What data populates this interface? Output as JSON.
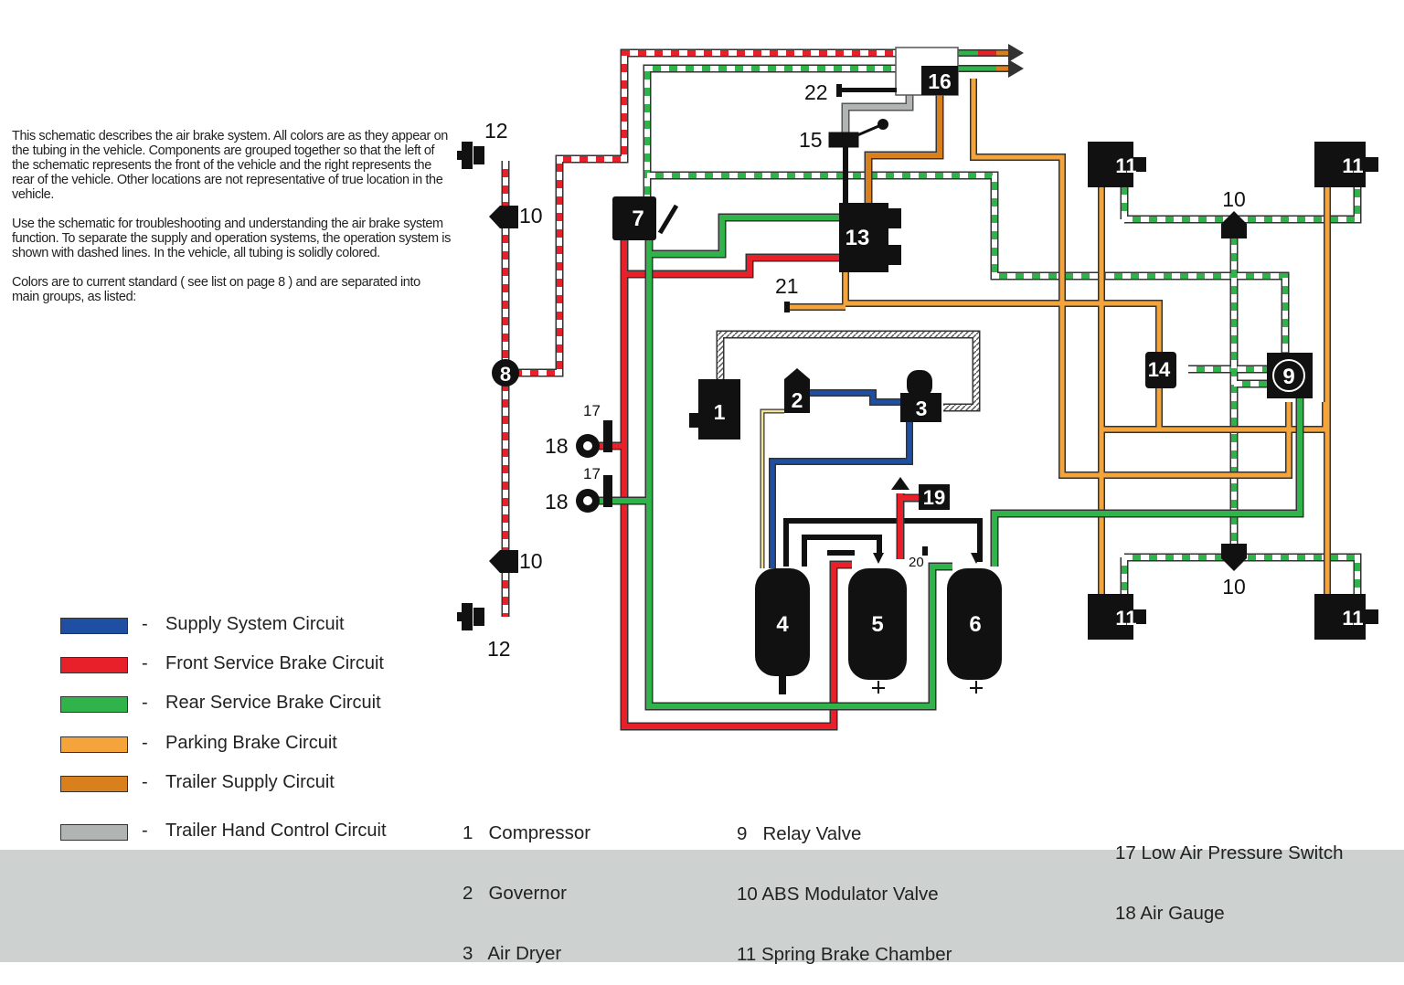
{
  "intro": {
    "p1": "This schematic describes the air brake system. All colors are as they appear on the tubing in the vehicle. Components are grouped together so that the left of the schematic represents the front of the vehicle and the right represents the rear of the vehicle. Other locations are not representative of true location in the vehicle.",
    "p2": "Use the schematic for troubleshooting and understanding the air brake system function. To separate the supply and operation systems, the operation system is shown with dashed lines. In the vehicle, all tubing is solidly colored.",
    "p3": "Colors are to current standard ( see list on page 8 ) and are separated into main groups, as listed:"
  },
  "colors": {
    "supply": "#1f4fa3",
    "front_service": "#e8202a",
    "rear_service": "#2fb34a",
    "parking": "#f5a43c",
    "trailer_supply": "#d9801e",
    "trailer_hand": "#b0b5b3",
    "black": "#111111"
  },
  "legend": [
    {
      "label": "Supply System Circuit",
      "color": "#1f4fa3"
    },
    {
      "label": "Front Service Brake Circuit",
      "color": "#e8202a"
    },
    {
      "label": "Rear Service Brake Circuit",
      "color": "#2fb34a"
    },
    {
      "label": "Parking Brake Circuit",
      "color": "#f5a43c"
    },
    {
      "label": "Trailer Supply Circuit",
      "color": "#d9801e"
    },
    {
      "label": "Trailer Hand Control Circuit",
      "color": "#b0b5b3"
    }
  ],
  "legend_separator": "-",
  "parts": {
    "col1": [
      "1   Compressor",
      "2   Governor",
      "3   Air Dryer"
    ],
    "col2": [
      "9   Relay Valve",
      "10 ABS Modulator Valve",
      "11 Spring Brake Chamber"
    ],
    "col3": [
      "17 Low Air Pressure Switch",
      "18 Air Gauge"
    ]
  },
  "diagram_labels": {
    "c1": "1",
    "c2": "2",
    "c3": "3",
    "c4": "4",
    "c5": "5",
    "c6": "6",
    "c7": "7",
    "c8": "8",
    "c9": "9",
    "c10": "10",
    "c11": "11",
    "c12": "12",
    "c13": "13",
    "c14": "14",
    "c15": "15",
    "c16": "16",
    "c17": "17",
    "c18": "18",
    "c19": "19",
    "c20": "20",
    "c21": "21",
    "c22": "22"
  }
}
